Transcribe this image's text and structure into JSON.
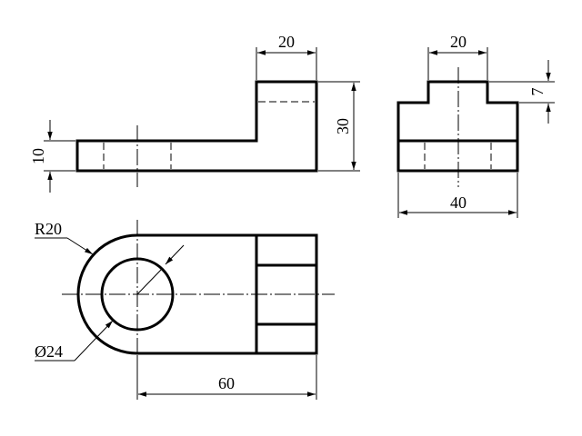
{
  "dimensions": {
    "front_top_width": "20",
    "front_height": "30",
    "front_base_thickness": "10",
    "side_top_width": "20",
    "side_step_height": "7",
    "side_width": "40",
    "top_radius": "R20",
    "top_hole_diameter": "Ø24",
    "top_length": "60"
  }
}
